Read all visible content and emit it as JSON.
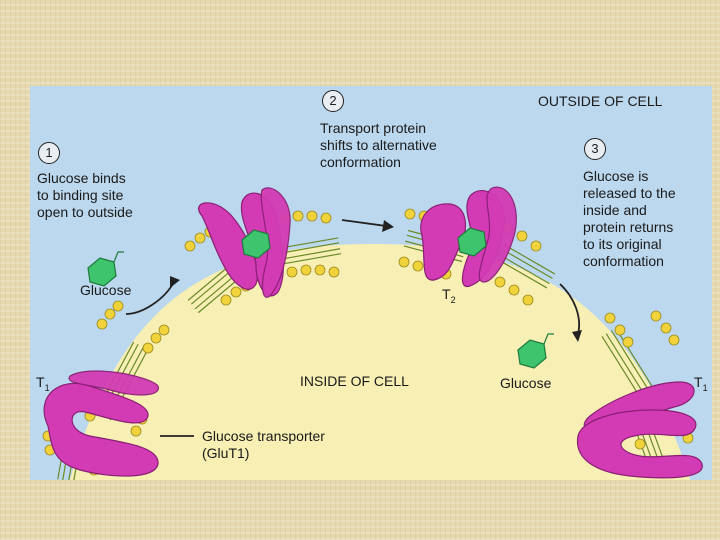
{
  "figure": {
    "region_labels": {
      "outside": "OUTSIDE OF CELL",
      "inside": "INSIDE OF CELL"
    },
    "steps": [
      {
        "number": "1",
        "text": "Glucose binds\nto binding site\nopen to outside"
      },
      {
        "number": "2",
        "text": "Transport protein\nshifts to alternative\nconformation"
      },
      {
        "number": "3",
        "text": "Glucose is\nreleased to the\ninside and\nprotein returns\nto its original\nconformation"
      }
    ],
    "glucose_label_left": "Glucose",
    "glucose_label_right": "Glucose",
    "transporter_label": "Glucose transporter\n(GluT1)",
    "states": {
      "t1_left": "T",
      "t1_left_sub": "1",
      "t2": "T",
      "t2_sub": "2",
      "t1_right": "T",
      "t1_right_sub": "1"
    },
    "colors": {
      "background_outside": "#bcd8ee",
      "cytoplasm": "#f7efb4",
      "transporter": "#d23bb4",
      "lipid_head": "#f0d23a",
      "glucose": "#3fc46e"
    }
  }
}
